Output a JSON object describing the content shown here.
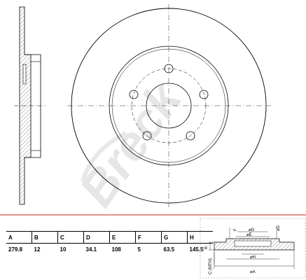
{
  "specs": {
    "headers": [
      "A",
      "B",
      "C",
      "D",
      "E",
      "F",
      "G",
      "H"
    ],
    "values": [
      "279.8",
      "12",
      "10",
      "34.1",
      "108",
      "5",
      "63.5",
      "145.5"
    ]
  },
  "cross_section_labels": {
    "f_label": "F",
    "g_label": "⌀G",
    "e_label": "⌀E",
    "d_label": "⌀D",
    "h_label": "⌀H",
    "a_label": "⌀A",
    "b_label": "B",
    "c_label": "C (MTH)"
  },
  "watermark": "Breck",
  "colors": {
    "divider_line": "#c8281e",
    "watermark": "#e6e6e6"
  }
}
